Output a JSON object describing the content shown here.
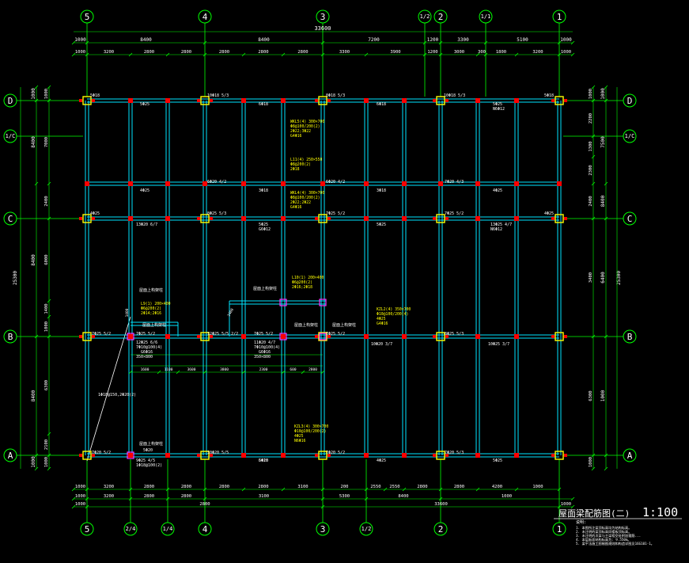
{
  "drawing": {
    "title": "屋面梁配筋图(二)",
    "scale": "1:100",
    "colors": {
      "background": "#000000",
      "grid": "#00ff00",
      "beam": "#00e5ff",
      "text": "#ffffff",
      "annotation": "#ffff00",
      "column": "#ffff00",
      "rebar_dot": "#ff0000"
    }
  },
  "axes_top": [
    {
      "label": "5",
      "kind": "main"
    },
    {
      "label": "4",
      "kind": "main"
    },
    {
      "label": "3",
      "kind": "main"
    },
    {
      "label": "1/2",
      "kind": "sub"
    },
    {
      "label": "2",
      "kind": "main"
    },
    {
      "label": "1/1",
      "kind": "sub"
    },
    {
      "label": "1",
      "kind": "main"
    }
  ],
  "axes_bottom": [
    {
      "label": "5",
      "kind": "main"
    },
    {
      "label": "2/4",
      "kind": "sub"
    },
    {
      "label": "1/4",
      "kind": "sub"
    },
    {
      "label": "4",
      "kind": "main"
    },
    {
      "label": "3",
      "kind": "main"
    },
    {
      "label": "1/2",
      "kind": "sub"
    },
    {
      "label": "2",
      "kind": "main"
    },
    {
      "label": "1",
      "kind": "main"
    }
  ],
  "axes_side": [
    {
      "label": "D"
    },
    {
      "label": "1/C"
    },
    {
      "label": "C"
    },
    {
      "label": "B"
    },
    {
      "label": "A"
    }
  ],
  "dims": {
    "top_total": "33600",
    "top_row1": [
      "1000",
      "8400",
      "8400",
      "7200",
      "1200",
      "3300",
      "5100",
      "1000"
    ],
    "top_row2": [
      "1000",
      "3200",
      "2800",
      "2800",
      "2800",
      "2800",
      "2800",
      "3300",
      "3900",
      "1200",
      "3000",
      "300",
      "1800",
      "3200",
      "1000"
    ],
    "bottom_row1": [
      "1000",
      "3200",
      "2800",
      "2800",
      "2800",
      "2800",
      "3100",
      "200",
      "2550",
      "2550",
      "2800",
      "2800",
      "4200",
      "1000"
    ],
    "bottom_row2": [
      "1000",
      "3200",
      "2800",
      "2800",
      "3100",
      "5300",
      "8400",
      "1000"
    ],
    "bottom_row3": [
      "1000",
      "2800",
      "33600",
      "1000"
    ],
    "left_total": "25300",
    "left_row1": [
      "1000",
      "8400",
      "8400",
      "8400",
      "1000"
    ],
    "left_row2": [
      "1000",
      "7000",
      "2400",
      "6000",
      "1400",
      "1000",
      "6300",
      "2100",
      "1000"
    ],
    "right_total": "25300",
    "right_row1": [
      "1000",
      "7500",
      "8400",
      "6400",
      "1000"
    ],
    "right_row2": [
      "1000",
      "2200",
      "1300",
      "2300",
      "2400",
      "3400",
      "6300",
      "1000"
    ],
    "inner": [
      "1600",
      "1100",
      "3600",
      "3800",
      "2300",
      "600",
      "2800"
    ]
  },
  "labels_yellow": [
    {
      "text": "WKL5(4) 300×700"
    },
    {
      "text": "Φ8@100/200(2)"
    },
    {
      "text": "2Φ22;3Φ22"
    },
    {
      "text": "G4Φ16"
    },
    {
      "text": "L11(4) 250×550"
    },
    {
      "text": "Φ8@200(2)"
    },
    {
      "text": "2Φ18"
    },
    {
      "text": "WKL4(4) 300×700"
    },
    {
      "text": "Φ8@100/200(2)"
    },
    {
      "text": "2Φ22;2Φ22"
    },
    {
      "text": "G4Φ16"
    },
    {
      "text": "L10(1) 200×400"
    },
    {
      "text": "Φ6@200(2)"
    },
    {
      "text": "2Φ16;2Φ18"
    },
    {
      "text": "L9(1) 200×400"
    },
    {
      "text": "Φ6@200(2)"
    },
    {
      "text": "2Φ14;2Φ16"
    },
    {
      "text": "KZL2(4) 350×700"
    },
    {
      "text": "Φ10@100/200(4)"
    },
    {
      "text": "4Φ25"
    },
    {
      "text": "G4Φ16"
    },
    {
      "text": "KZL3(4) 300×700"
    },
    {
      "text": "Φ10@100/200(2)"
    },
    {
      "text": "4Φ25"
    },
    {
      "text": "N6Φ16"
    }
  ],
  "labels_white": [
    {
      "text": "5Φ18"
    },
    {
      "text": "10Φ18 5/3"
    },
    {
      "text": "8Φ18 5/3"
    },
    {
      "text": "10Φ18 5/3"
    },
    {
      "text": "5Φ18"
    },
    {
      "text": "5Φ25"
    },
    {
      "text": "6Φ18"
    },
    {
      "text": "6Φ18"
    },
    {
      "text": "5Φ25"
    },
    {
      "text": "N6Φ12"
    },
    {
      "text": "6Φ20 4/2"
    },
    {
      "text": "6Φ20 4/2"
    },
    {
      "text": "7Φ20 4/3"
    },
    {
      "text": "4Φ25"
    },
    {
      "text": "3Φ18"
    },
    {
      "text": "3Φ18"
    },
    {
      "text": "4Φ25"
    },
    {
      "text": "4Φ25"
    },
    {
      "text": "13Φ20 6/7"
    },
    {
      "text": "8Φ25 5/3"
    },
    {
      "text": "7Φ25 5/2"
    },
    {
      "text": "7Φ25 5/2"
    },
    {
      "text": "13Φ25 4/7"
    },
    {
      "text": "4Φ25"
    },
    {
      "text": "5Φ25"
    },
    {
      "text": "G6Φ12"
    },
    {
      "text": "5Φ25"
    },
    {
      "text": "N6Φ12"
    },
    {
      "text": "7Φ25 5/2"
    },
    {
      "text": "7Φ25 5/2"
    },
    {
      "text": "12Φ25 5/5 2/2"
    },
    {
      "text": "7Φ25 5/2"
    },
    {
      "text": "7Φ25 5/2"
    },
    {
      "text": "8Φ25 5/3"
    },
    {
      "text": "10Φ25 3/7"
    },
    {
      "text": "12Φ25 6/6"
    },
    {
      "text": "7Φ10@100(4)"
    },
    {
      "text": "G6Φ16"
    },
    {
      "text": "350×800"
    },
    {
      "text": "11Φ20 4/7"
    },
    {
      "text": "7Φ10@100(4)"
    },
    {
      "text": "G6Φ16"
    },
    {
      "text": "350×800"
    },
    {
      "text": "10Φ20 3/7"
    },
    {
      "text": "7Φ20 5/2"
    },
    {
      "text": "10Φ20 5/5"
    },
    {
      "text": "7Φ20 5/2"
    },
    {
      "text": "7Φ20 5/3"
    },
    {
      "text": "5Φ25"
    },
    {
      "text": "5Φ20"
    },
    {
      "text": "9Φ25 4/5"
    },
    {
      "text": "1Φ18@100(2)"
    },
    {
      "text": "5Φ20"
    },
    {
      "text": "6Φ18"
    },
    {
      "text": "4Φ25"
    },
    {
      "text": "屋面上构架柱"
    },
    {
      "text": "屋面上构架柱"
    },
    {
      "text": "屋面上构架柱"
    },
    {
      "text": "屋面上构架柱"
    },
    {
      "text": "屋面上构架柱"
    },
    {
      "text": "屋面上构架柱"
    },
    {
      "text": "1Φ18@150,2Φ20(2)"
    },
    {
      "text": "2400"
    },
    {
      "text": "1400"
    }
  ],
  "notes": {
    "heading": "说明:",
    "lines": [
      "1. 本图所注梁顶标高均为结构标高。",
      "2. 未注明的梁顶标高同楼板顶标高。",
      "3. 未注明的次梁与主梁相交处附加箍筋...",
      "4. 本层板面结构标高为: 9.550m。",
      "5. 梁平法施工图制图规则和构造详图见16G101-1。"
    ]
  }
}
